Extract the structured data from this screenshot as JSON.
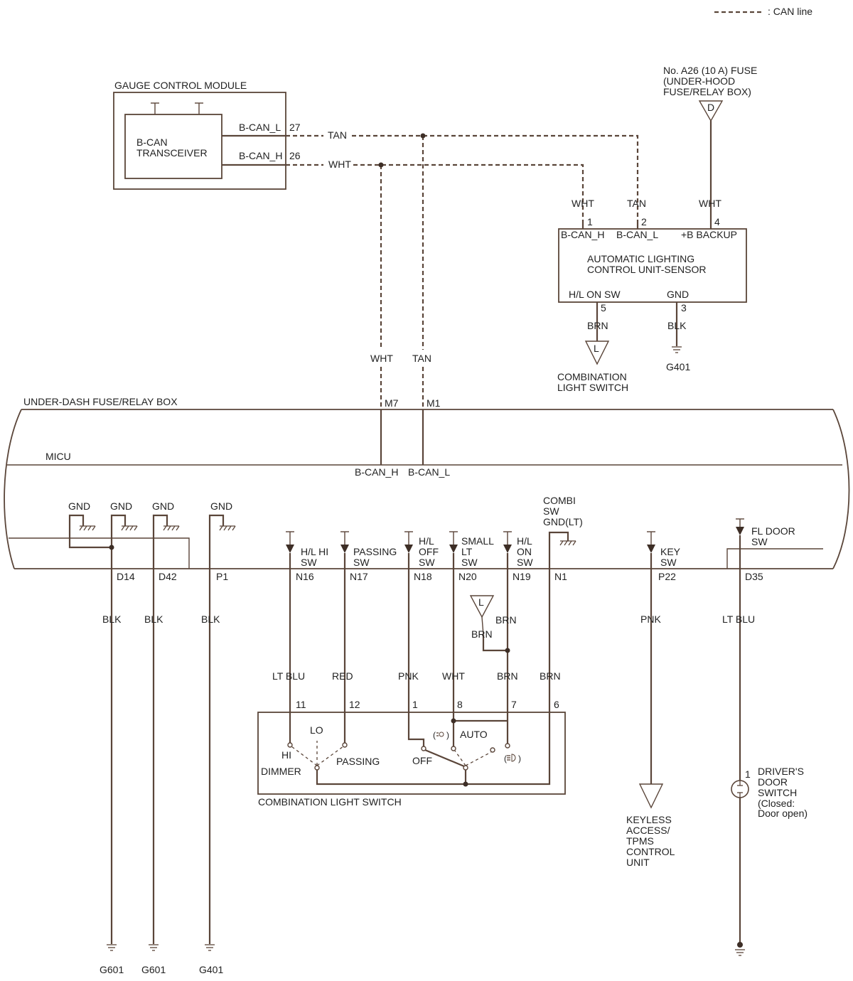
{
  "legend": {
    "can_line": ": CAN line"
  },
  "gauge": {
    "title": "GAUGE CONTROL MODULE",
    "transceiver_line1": "B-CAN",
    "transceiver_line2": "TRANSCEIVER",
    "pin_l_name": "B-CAN_L",
    "pin_l_num": "27",
    "pin_h_name": "B-CAN_H",
    "pin_h_num": "26"
  },
  "fuse": {
    "line1": "No. A26 (10 A) FUSE",
    "line2": "(UNDER-HOOD",
    "line3": "FUSE/RELAY BOX)",
    "connector": "D"
  },
  "alcu": {
    "name_line1": "AUTOMATIC LIGHTING",
    "name_line2": "CONTROL UNIT-SENSOR",
    "pin1_num": "1",
    "pin1_name": "B-CAN_H",
    "pin2_num": "2",
    "pin2_name": "B-CAN_L",
    "pin4_num": "4",
    "pin4_name": "+B BACKUP",
    "pin5_num": "5",
    "pin5_name": "H/L ON SW",
    "pin3_num": "3",
    "pin3_name": "GND",
    "to_switch_connector": "L",
    "to_switch_line1": "COMBINATION",
    "to_switch_line2": "LIGHT SWITCH",
    "ground": "G401"
  },
  "wires": {
    "tan": "TAN",
    "wht": "WHT",
    "blk": "BLK",
    "brn": "BRN",
    "pnk": "PNK",
    "red": "RED",
    "lt_blu": "LT BLU"
  },
  "fuse_box": {
    "title": "UNDER-DASH FUSE/RELAY BOX",
    "micu": "MICU",
    "m7": "M7",
    "m1": "M1",
    "bcan_h": "B-CAN_H",
    "bcan_l": "B-CAN_L",
    "gnd": "GND",
    "combi_line1": "COMBI",
    "combi_line2": "SW",
    "combi_line3": "GND(LT)",
    "terminals": [
      "D14",
      "D42",
      "P1",
      "N16",
      "N17",
      "N18",
      "N20",
      "N19",
      "N1",
      "P22",
      "D35"
    ],
    "inputs": [
      {
        "line1": "H/L HI",
        "line2": "SW"
      },
      {
        "line1": "PASSING",
        "line2": "SW"
      },
      {
        "line1": "H/L",
        "line2": "OFF",
        "line3": "SW"
      },
      {
        "line1": "SMALL",
        "line2": "LT",
        "line3": "SW"
      },
      {
        "line1": "H/L",
        "line2": "ON",
        "line3": "SW"
      },
      {
        "line1": "KEY",
        "line2": "SW"
      },
      {
        "line1": "FL DOOR",
        "line2": "SW"
      }
    ]
  },
  "combination_switch": {
    "title": "COMBINATION LIGHT SWITCH",
    "pins": [
      "11",
      "12",
      "1",
      "8",
      "7",
      "6"
    ],
    "lo": "LO",
    "hi": "HI",
    "dimmer": "DIMMER",
    "passing": "PASSING",
    "off": "OFF",
    "auto": "AUTO",
    "connector_l": "L"
  },
  "keyless": {
    "line1": "KEYLESS",
    "line2": "ACCESS/",
    "line3": "TPMS",
    "line4": "CONTROL",
    "line5": "UNIT"
  },
  "door_switch": {
    "pin": "1",
    "line1": "DRIVER'S",
    "line2": "DOOR",
    "line3": "SWITCH",
    "line4": "(Closed:",
    "line5": "Door open)"
  },
  "grounds": [
    "G601",
    "G601",
    "G401"
  ]
}
